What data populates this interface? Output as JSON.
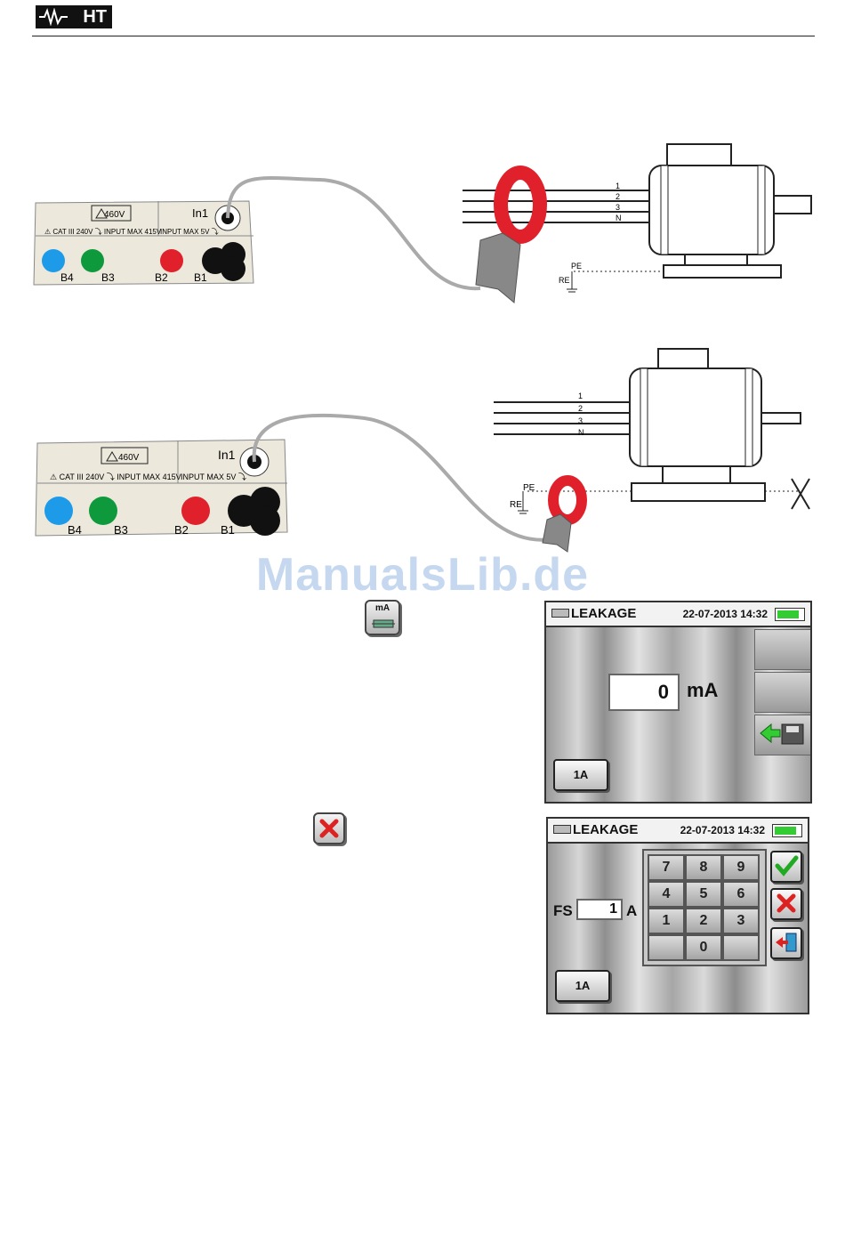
{
  "header": {
    "brand": "HT"
  },
  "watermark": "ManualsLib.de",
  "instrument": {
    "warning_voltage": "460V",
    "cat_label": "CAT III 240V",
    "input_max_main": "INPUT MAX 415V",
    "input_max_in1": "INPUT MAX 5V",
    "in1_label": "In1",
    "terminals": [
      "B4",
      "B3",
      "B2",
      "B1"
    ]
  },
  "motor_diagram": {
    "wires": [
      "1",
      "2",
      "3",
      "N"
    ],
    "pe_label": "PE",
    "re_label": "RE"
  },
  "icons": {
    "ma_button_label": "mA",
    "cancel_icon": "red-x-icon"
  },
  "screen1": {
    "title": "LEAKAGE",
    "datetime": "22-07-2013 14:32",
    "value": "0",
    "unit": "mA",
    "range_button": "1A"
  },
  "screen2": {
    "title": "LEAKAGE",
    "datetime": "22-07-2013 14:32",
    "fs_label": "FS",
    "fs_value": "1",
    "fs_unit": "A",
    "keypad": [
      "7",
      "8",
      "9",
      "4",
      "5",
      "6",
      "1",
      "2",
      "3",
      "",
      "0",
      ""
    ],
    "range_button": "1A"
  },
  "colors": {
    "clamp_red": "#e0202a",
    "battery_green": "#33cc33",
    "terminal_blue": "#1e9be8",
    "terminal_green": "#0e9a3c",
    "terminal_red": "#e0202a"
  }
}
